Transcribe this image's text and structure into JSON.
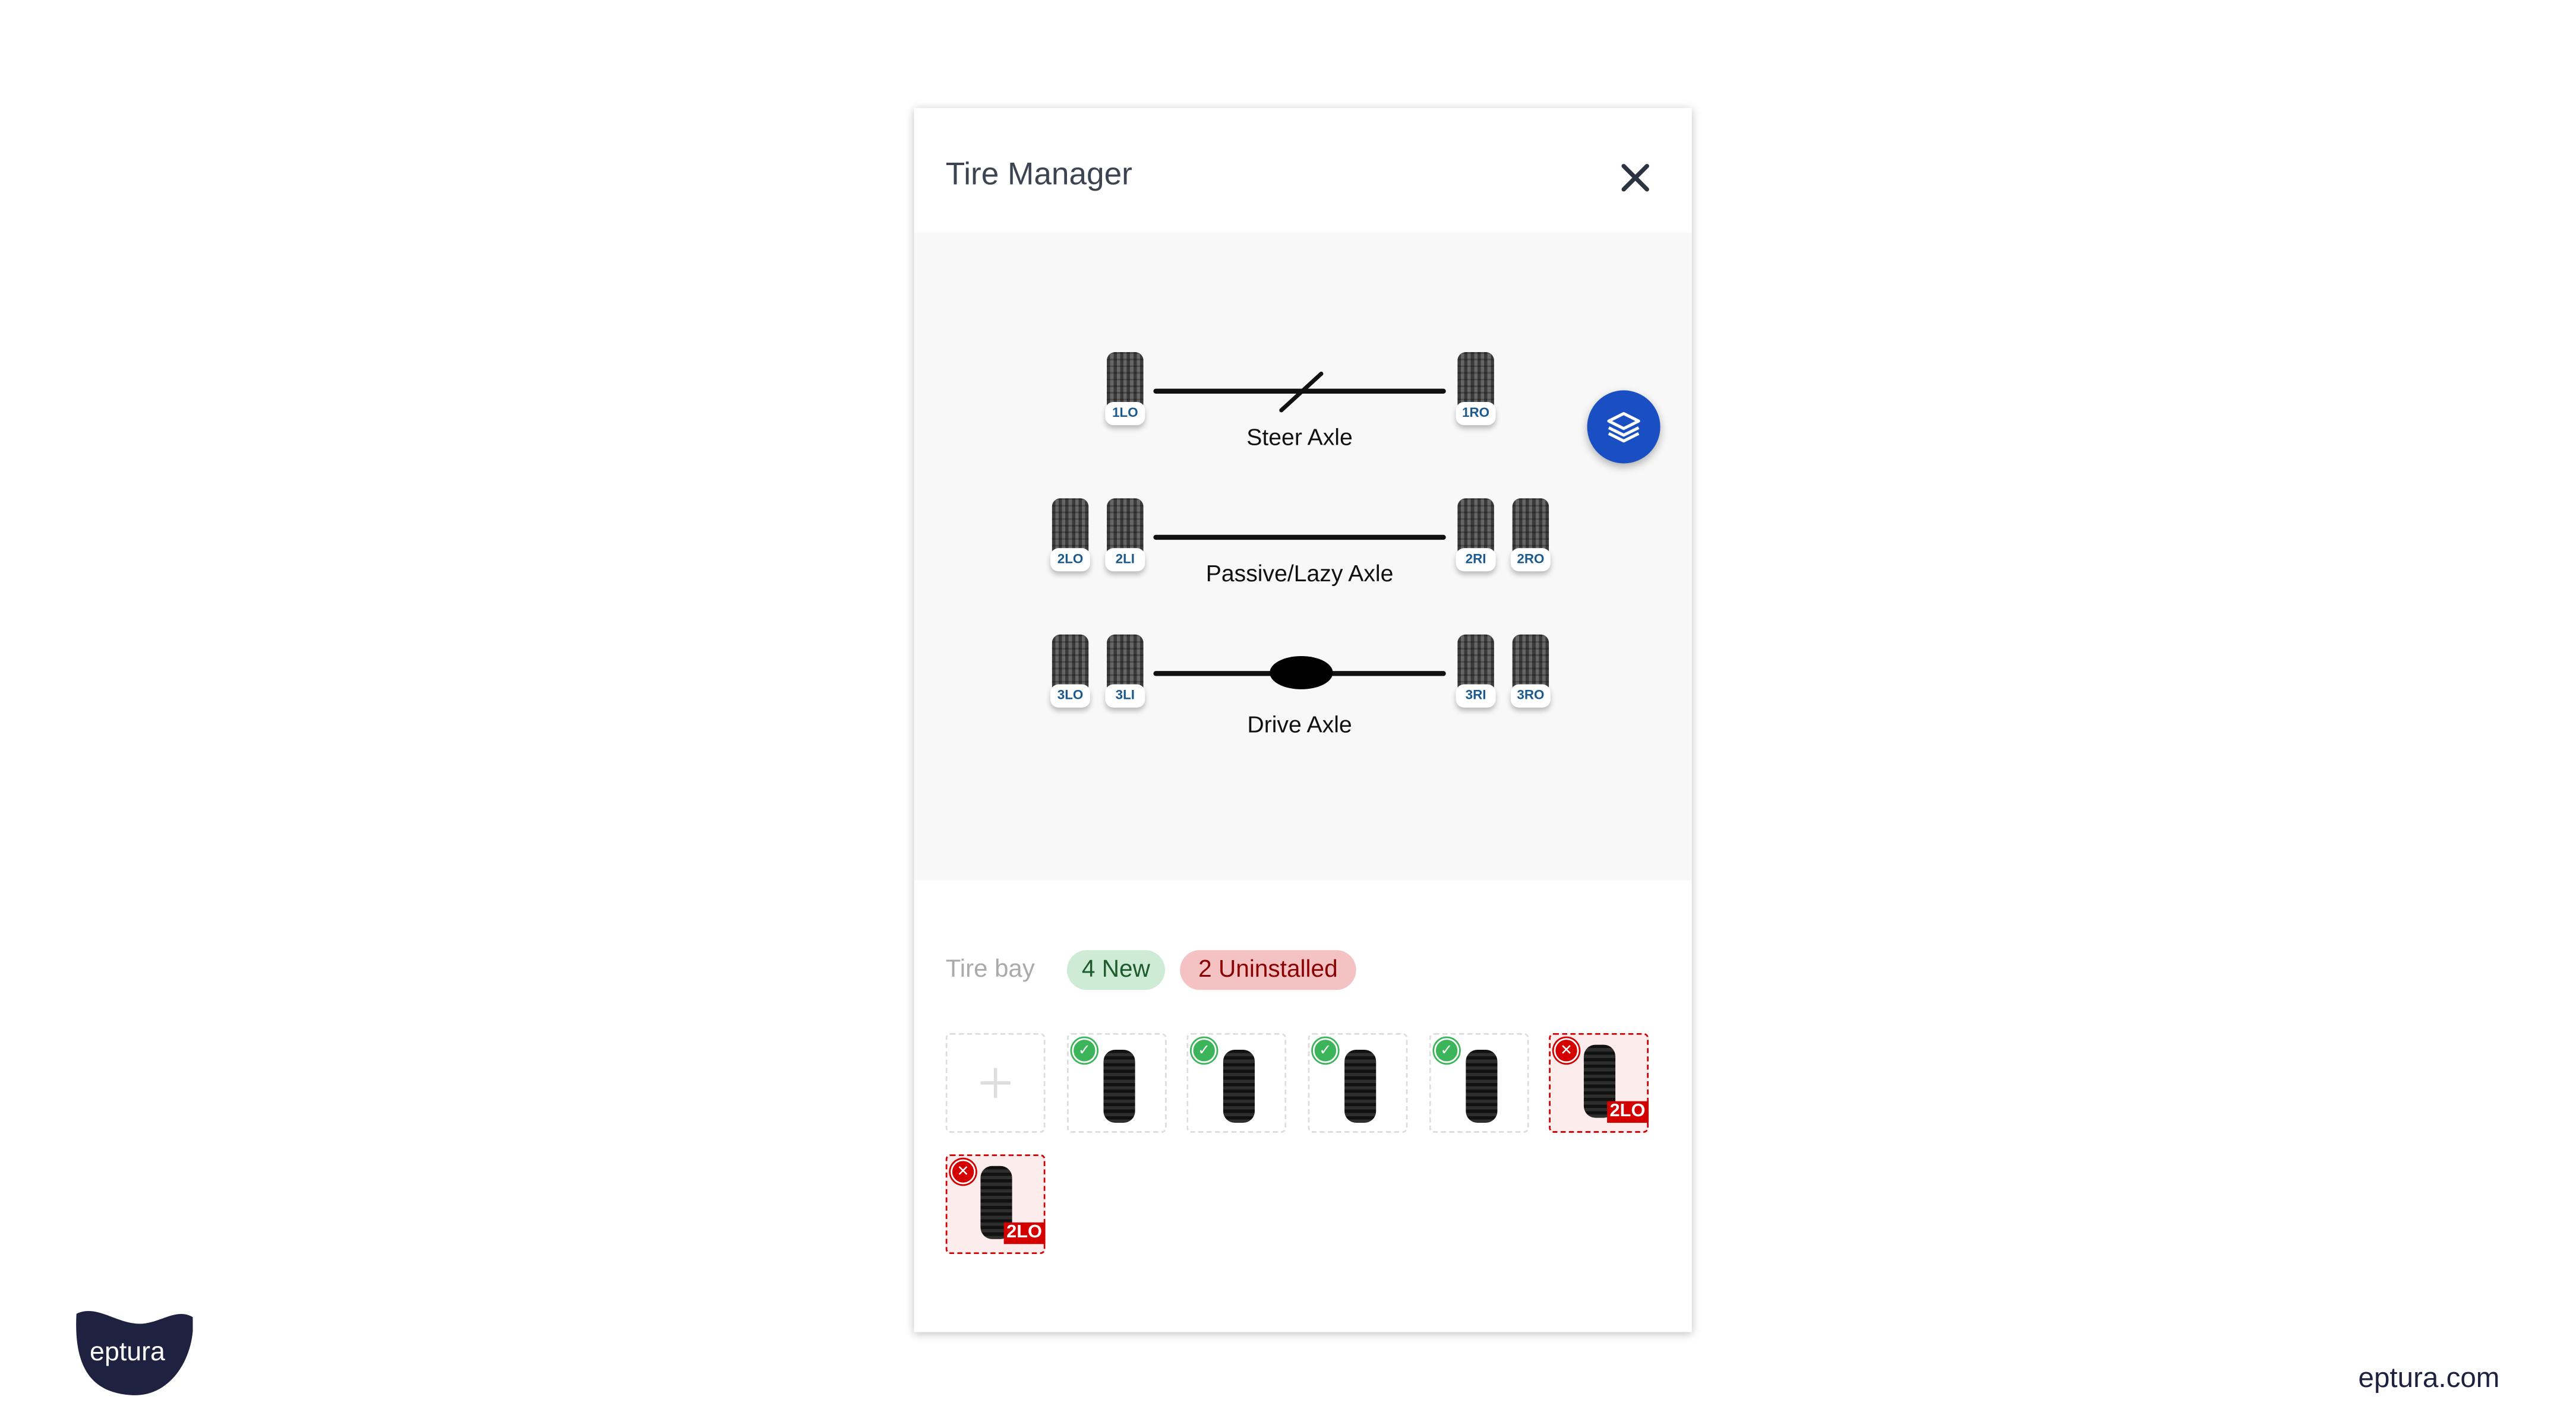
{
  "dialog": {
    "title": "Tire Manager",
    "close_icon": "close-icon",
    "layers_icon": "layers-icon"
  },
  "axles": [
    {
      "name": "Steer Axle",
      "left": [
        "1LO"
      ],
      "right": [
        "1RO"
      ],
      "symbol": "slash"
    },
    {
      "name": "Passive/Lazy Axle",
      "left": [
        "2LO",
        "2LI"
      ],
      "right": [
        "2RI",
        "2RO"
      ],
      "symbol": "none"
    },
    {
      "name": "Drive Axle",
      "left": [
        "3LO",
        "3LI"
      ],
      "right": [
        "3RI",
        "3RO"
      ],
      "symbol": "differential"
    }
  ],
  "tire_bay": {
    "label": "Tire bay",
    "new_badge": "4 New",
    "uninstalled_badge": "2 Uninstalled",
    "slots": [
      {
        "status": "new"
      },
      {
        "status": "new"
      },
      {
        "status": "new"
      },
      {
        "status": "new"
      },
      {
        "status": "uninstalled",
        "position": "2LO"
      },
      {
        "status": "uninstalled",
        "position": "2LO"
      }
    ]
  },
  "branding": {
    "logo_text": "eptura",
    "site": "eptura.com"
  },
  "colors": {
    "accent": "#1a4fc4",
    "new_bg": "#cdebd5",
    "new_text": "#1d5a2c",
    "bad_bg": "#f4c2c2",
    "bad_text": "#8b0000",
    "error": "#d40000"
  }
}
